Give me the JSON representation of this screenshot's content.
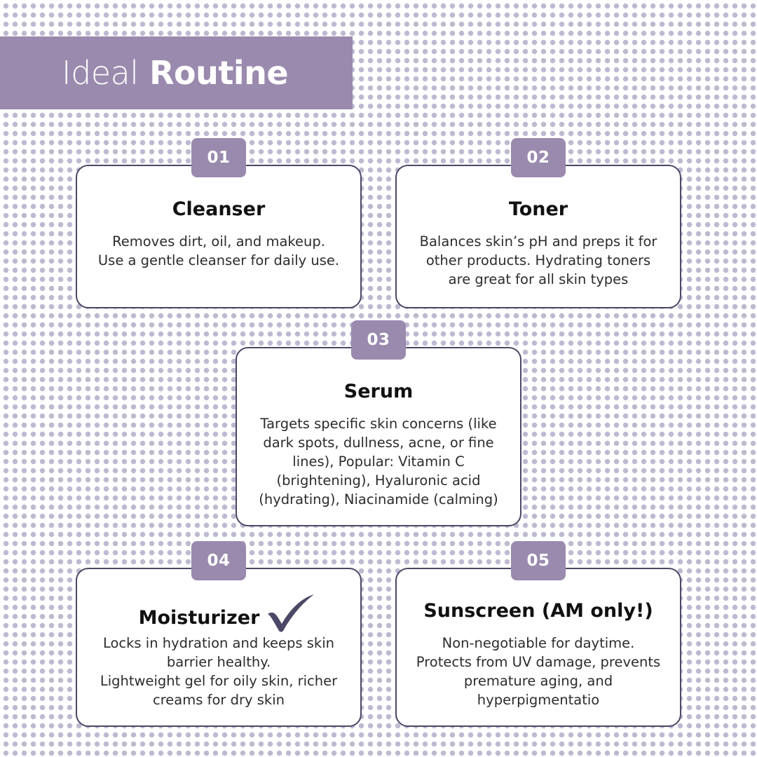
{
  "title": {
    "light": "Ideal",
    "bold": "Routine"
  },
  "colors": {
    "accent": "#9a8aae",
    "border": "#4b4866",
    "dots": "#bdbad0",
    "check": "#4b4866"
  },
  "steps": [
    {
      "number": "01",
      "title": "Cleanser",
      "lines": [
        "Removes dirt, oil, and makeup.",
        "Use a gentle cleanser for daily use."
      ]
    },
    {
      "number": "02",
      "title": "Toner",
      "lines": [
        "Balances skin’s pH and preps it for",
        "other products. Hydrating toners",
        "are great for all skin types"
      ]
    },
    {
      "number": "03",
      "title": "Serum",
      "lines": [
        "Targets specific skin concerns (like",
        "dark spots, dullness, acne, or fine",
        "lines), Popular: Vitamin C",
        "(brightening), Hyaluronic acid",
        "(hydrating), Niacinamide (calming)"
      ]
    },
    {
      "number": "04",
      "title": "Moisturizer",
      "icon": "checkmark-icon",
      "lines": [
        "Locks in hydration and keeps skin",
        "barrier healthy.",
        "Lightweight gel for oily skin, richer",
        "creams for dry skin"
      ]
    },
    {
      "number": "05",
      "title": "Sunscreen (AM only!)",
      "lines": [
        "Non-negotiable for daytime.",
        "Protects from UV damage, prevents",
        "premature aging, and",
        "hyperpigmentatio"
      ]
    }
  ]
}
